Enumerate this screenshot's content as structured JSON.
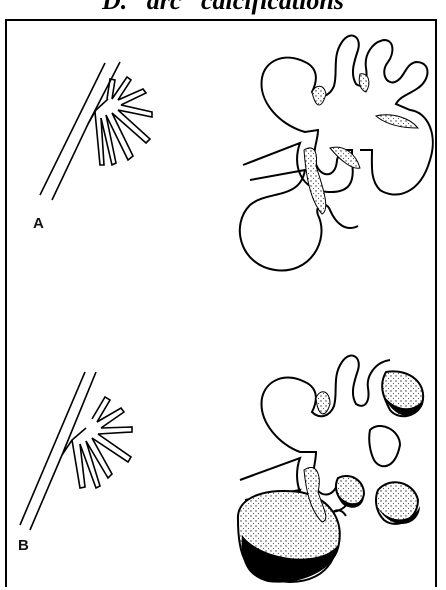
{
  "header": {
    "title": "D. “arc” calcifications"
  },
  "panels": [
    {
      "label": "A"
    },
    {
      "label": "B"
    }
  ]
}
